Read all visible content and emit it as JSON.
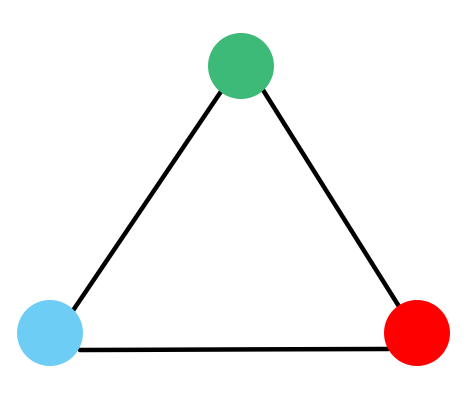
{
  "diagram": {
    "nodes": [
      {
        "id": "top",
        "color": "#3dba78"
      },
      {
        "id": "bottom-left",
        "color": "#6dcdf5"
      },
      {
        "id": "bottom-right",
        "color": "#ff0000"
      }
    ],
    "edges": [
      {
        "from": "top",
        "to": "bottom-left"
      },
      {
        "from": "top",
        "to": "bottom-right"
      },
      {
        "from": "bottom-left",
        "to": "bottom-right"
      }
    ],
    "edge_color": "#000000"
  }
}
